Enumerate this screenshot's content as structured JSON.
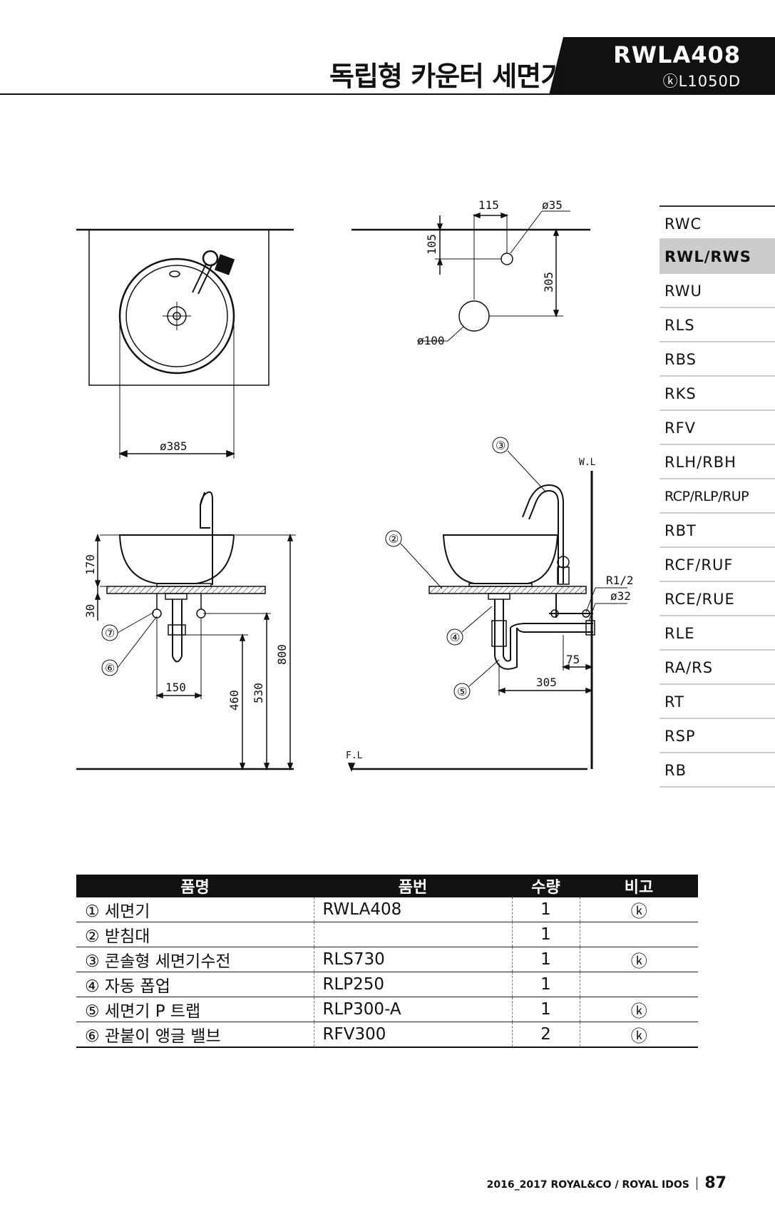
{
  "header": {
    "title": "독립형 카운터 세면기",
    "model_code": "RWLA408",
    "model_sub": "ⓚL1050D"
  },
  "nav": {
    "items": [
      {
        "label": "RWC"
      },
      {
        "label": "RWL/RWS",
        "active": true
      },
      {
        "label": "RWU"
      },
      {
        "label": "RLS"
      },
      {
        "label": "RBS"
      },
      {
        "label": "RKS"
      },
      {
        "label": "RFV"
      },
      {
        "label": "RLH/RBH"
      },
      {
        "label": "RCP/RLP/RUP"
      },
      {
        "label": "RBT"
      },
      {
        "label": "RCF/RUF"
      },
      {
        "label": "RCE/RUE"
      },
      {
        "label": "RLE"
      },
      {
        "label": "RA/RS"
      },
      {
        "label": "RT"
      },
      {
        "label": "RSP"
      },
      {
        "label": "RB"
      }
    ]
  },
  "dimensions": {
    "top_view_dia": "ø385",
    "plan_115": "115",
    "plan_dia35": "ø35",
    "plan_105": "105",
    "plan_305": "305",
    "plan_dia100": "ø100",
    "front_170": "170",
    "front_30": "30",
    "front_150": "150",
    "front_460": "460",
    "front_530": "530",
    "front_800": "800",
    "side_r12": "R1/2",
    "side_dia32": "ø32",
    "side_75": "75",
    "side_305": "305",
    "wl": "W.L",
    "fl": "F.L"
  },
  "callouts": {
    "c2": "②",
    "c3": "③",
    "c4": "④",
    "c5": "⑤",
    "c6": "⑥",
    "c7": "⑦"
  },
  "parts_table": {
    "headers": [
      "품명",
      "품번",
      "수량",
      "비고"
    ],
    "rows": [
      {
        "name": "① 세면기",
        "code": "RWLA408",
        "qty": "1",
        "note": "ⓚ"
      },
      {
        "name": "② 받침대",
        "code": "",
        "qty": "1",
        "note": ""
      },
      {
        "name": "③ 콘솔형 세면기수전",
        "code": "RLS730",
        "qty": "1",
        "note": "ⓚ"
      },
      {
        "name": "④ 자동 폽업",
        "code": "RLP250",
        "qty": "1",
        "note": ""
      },
      {
        "name": "⑤ 세면기 P 트랩",
        "code": "RLP300-A",
        "qty": "1",
        "note": "ⓚ"
      },
      {
        "name": "⑥ 관붙이 앵글 밸브",
        "code": "RFV300",
        "qty": "2",
        "note": "ⓚ"
      }
    ]
  },
  "footer": {
    "text": "2016_2017 ROYAL&CO / ROYAL IDOS",
    "page": "87"
  }
}
